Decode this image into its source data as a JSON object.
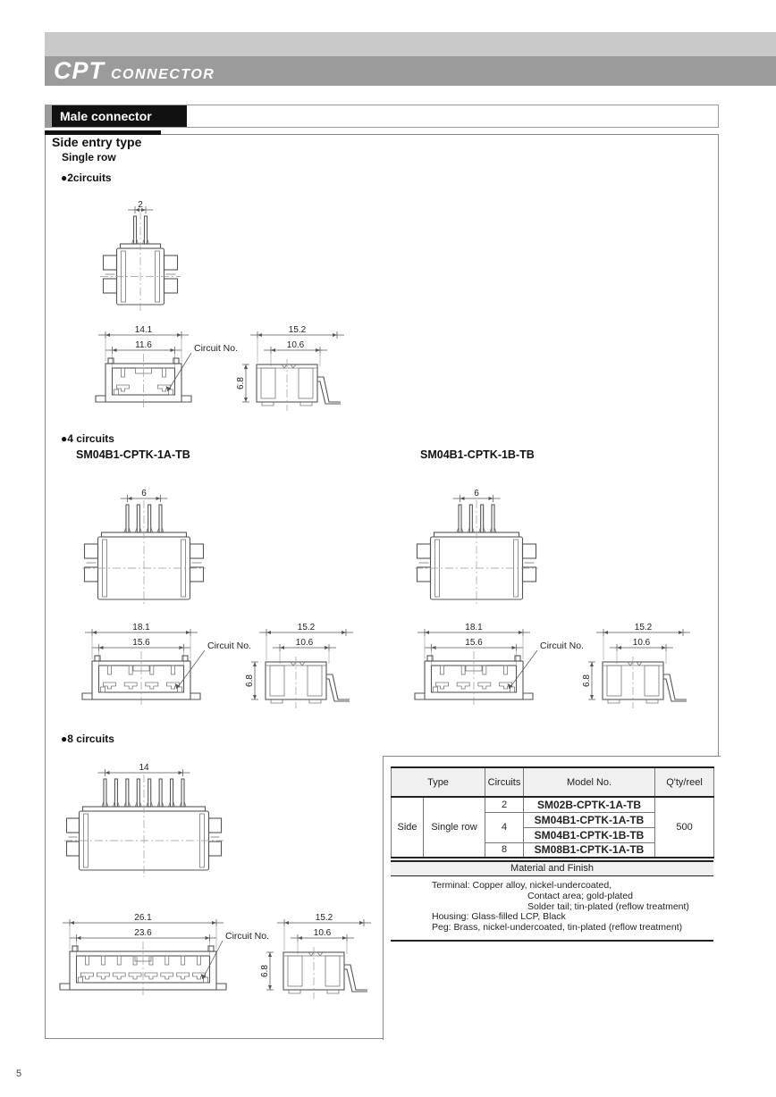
{
  "header": {
    "series": "CPT",
    "product": "CONNECTOR"
  },
  "section_bar": {
    "label": "Male connector"
  },
  "page": {
    "number": "5"
  },
  "content": {
    "entry_type": "Side entry type",
    "row_type": "Single row",
    "bullet": "●",
    "circuit_label": "Circuit No.",
    "groups": {
      "c2": {
        "label": "2circuits",
        "pitch": "2",
        "front_outer": "14.1",
        "front_inner": "11.6",
        "side_outer": "15.2",
        "side_inner": "10.6",
        "height": "6.8"
      },
      "c4": {
        "label": "4 circuits",
        "model_a": "SM04B1-CPTK-1A-TB",
        "model_b": "SM04B1-CPTK-1B-TB",
        "pitch": "6",
        "front_outer": "18.1",
        "front_inner": "15.6",
        "side_outer": "15.2",
        "side_inner": "10.6",
        "height": "6.8"
      },
      "c8": {
        "label": "8 circuits",
        "pitch": "14",
        "front_outer": "26.1",
        "front_inner": "23.6",
        "side_outer": "15.2",
        "side_inner": "10.6",
        "height": "6.8"
      }
    }
  },
  "table": {
    "headers": {
      "type": "Type",
      "circuits": "Circuits",
      "model": "Model No.",
      "qty": "Q'ty/reel"
    },
    "type_entry": "Side",
    "type_row": "Single row",
    "rows": [
      {
        "circuits": "2",
        "model": "SM02B-CPTK-1A-TB"
      },
      {
        "circuits": "4",
        "model": "SM04B1-CPTK-1A-TB"
      },
      {
        "model": "SM04B1-CPTK-1B-TB"
      },
      {
        "circuits": "8",
        "model": "SM08B1-CPTK-1A-TB"
      }
    ],
    "qty": "500"
  },
  "material": {
    "title": "Material and Finish",
    "lines": [
      "Terminal: Copper alloy, nickel-undercoated,",
      "Contact area; gold-plated",
      "Solder tail; tin-plated (reflow treatment)",
      "Housing: Glass-filled LCP, Black",
      "Peg: Brass, nickel-undercoated, tin-plated (reflow treatment)"
    ]
  }
}
